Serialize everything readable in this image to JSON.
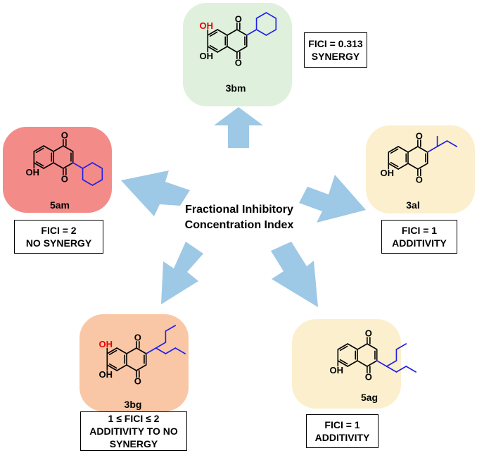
{
  "center_label": [
    "Fractional Inhibitory",
    "Concentration Index"
  ],
  "colors": {
    "arrow": "#9dc8e6",
    "bond": "#000000",
    "substituent": "#1f1fe6",
    "hydroxyl_highlight": "#e60000",
    "card_green": "#dff0dc",
    "card_red": "#f38b88",
    "card_yellow": "#fcefcd",
    "card_orange": "#f9c7a6"
  },
  "compounds": {
    "3bm": {
      "name": "3bm",
      "fici": "FICI = 0.313",
      "result": "SYNERGY"
    },
    "5am": {
      "name": "5am",
      "fici": "FICI = 2",
      "result": "NO SYNERGY"
    },
    "3al": {
      "name": "3al",
      "fici": "FICI = 1",
      "result": "ADDITIVITY"
    },
    "3bg": {
      "name": "3bg",
      "fici": "1 ≤ FICI ≤ 2",
      "result": "ADDITIVITY TO NO",
      "result2": "SYNERGY"
    },
    "5ag": {
      "name": "5ag",
      "fici": "FICI = 1",
      "result": "ADDITIVITY"
    }
  },
  "atoms": {
    "oxygen": "O",
    "hydroxyl": "OH"
  }
}
